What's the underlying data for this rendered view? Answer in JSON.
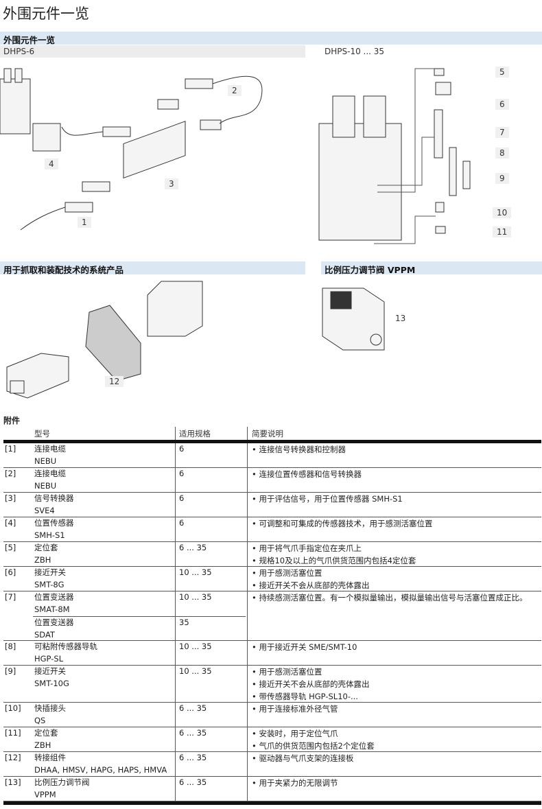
{
  "page_title": "外围元件一览",
  "section1": {
    "title": "外围元件一览",
    "left_sub": "DHPS-6",
    "right_sub": "DHPS-10 ... 35"
  },
  "section2": {
    "left_title": "用于抓取和装配技术的系统产品",
    "right_title": "比例压力调节阀 VPPM"
  },
  "callouts": {
    "c1": "1",
    "c2": "2",
    "c3": "3",
    "c4": "4",
    "c5": "5",
    "c6": "6",
    "c7": "7",
    "c8": "8",
    "c9": "9",
    "c10": "10",
    "c11": "11",
    "c12": "12",
    "c13": "13"
  },
  "table": {
    "caption": "附件",
    "headers": {
      "type": "型号",
      "size": "适用规格",
      "desc": "简要说明"
    },
    "rows": [
      {
        "no": "[1]",
        "name": "连接电缆",
        "model": "NEBU",
        "size": "6",
        "desc": [
          "连接信号转换器和控制器"
        ]
      },
      {
        "no": "[2]",
        "name": "连接电缆",
        "model": "NEBU",
        "size": "6",
        "desc": [
          "连接位置传感器和信号转换器"
        ]
      },
      {
        "no": "[3]",
        "name": "信号转换器",
        "model": "SVE4",
        "size": "6",
        "desc": [
          "用于评估信号，用于位置传感器 SMH-S1"
        ]
      },
      {
        "no": "[4]",
        "name": "位置传感器",
        "model": "SMH-S1",
        "size": "6",
        "desc": [
          "可调整和可集成的传感器技术，用于感测活塞位置"
        ]
      },
      {
        "no": "[5]",
        "name": "定位套",
        "model": "ZBH",
        "size": "6 ... 35",
        "desc": [
          "用于将气爪手指定位在夹爪上",
          "规格10及以上的气爪供货范围内包括4定位套"
        ]
      },
      {
        "no": "[6]",
        "name": "接近开关",
        "model": "SMT-8G",
        "size": "10 ... 35",
        "desc": [
          "用于感测活塞位置",
          "接近开关不会从底部的壳体露出"
        ]
      },
      {
        "no": "[7]",
        "name": "位置变送器",
        "model": "SMAT-8M",
        "size": "10 ... 35",
        "desc": [
          "持续感测活塞位置。有一个模拟量输出，模拟量输出信号与活塞位置成正比。"
        ],
        "sub": {
          "name": "位置变送器",
          "model": "SDAT",
          "size": "35"
        }
      },
      {
        "no": "[8]",
        "name": "可粘附传感器导轨",
        "model": "HGP-SL",
        "size": "10 ... 35",
        "desc": [
          "用于接近开关 SME/SMT-10"
        ]
      },
      {
        "no": "[9]",
        "name": "接近开关",
        "model": "SMT-10G",
        "size": "10 ... 35",
        "desc": [
          "用于感测活塞位置",
          "接近开关不会从底部的壳体露出",
          "带传感器导轨 HGP-SL10-..."
        ]
      },
      {
        "no": "[10]",
        "name": "快插接头",
        "model": "QS",
        "size": "6 ... 35",
        "desc": [
          "用于连接标准外径气管"
        ]
      },
      {
        "no": "[11]",
        "name": "定位套",
        "model": "ZBH",
        "size": "6 ... 35",
        "desc": [
          "安装时，用于定位气爪",
          "气爪的供货范围内包括2个定位套"
        ]
      },
      {
        "no": "[12]",
        "name": "转接组件",
        "model": "DHAA, HMSV, HAPG, HAPS, HMVA",
        "size": "6 ... 35",
        "desc": [
          "驱动器与气爪支架的连接板"
        ]
      },
      {
        "no": "[13]",
        "name": "比例压力调节阀",
        "model": "VPPM",
        "size": "6 ... 35",
        "desc": [
          "用于夹紧力的无限调节"
        ]
      }
    ]
  }
}
